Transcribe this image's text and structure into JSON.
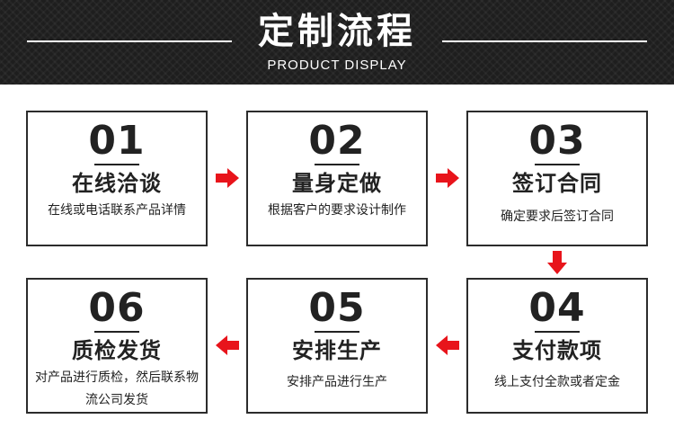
{
  "header": {
    "title": "定制流程",
    "subtitle": "PRODUCT DISPLAY"
  },
  "accent_color": "#e8141b",
  "steps": [
    {
      "number": "01",
      "title": "在线洽谈",
      "desc": "在线或电话联系产品详情"
    },
    {
      "number": "02",
      "title": "量身定做",
      "desc": "根据客户的要求设计制作"
    },
    {
      "number": "03",
      "title": "签订合同",
      "desc": "确定要求后签订合同"
    },
    {
      "number": "04",
      "title": "支付款项",
      "desc": "线上支付全款或者定金"
    },
    {
      "number": "05",
      "title": "安排生产",
      "desc": "安排产品进行生产"
    },
    {
      "number": "06",
      "title": "质检发货",
      "desc": "对产品进行质检，然后联系物流公司发货"
    }
  ],
  "icons": {
    "flow_right": "arrow-right-icon",
    "flow_down": "arrow-down-icon",
    "flow_left": "arrow-left-icon"
  }
}
